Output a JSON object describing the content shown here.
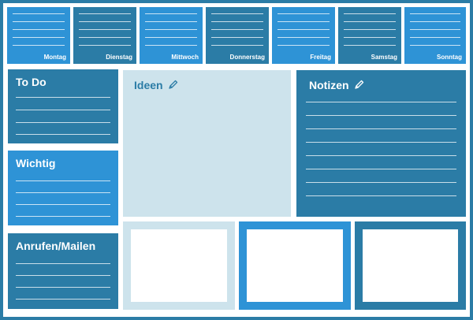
{
  "days": [
    "Montag",
    "Dienstag",
    "Mittwoch",
    "Donnerstag",
    "Freitag",
    "Samstag",
    "Sonntag"
  ],
  "sections": {
    "todo": "To Do",
    "ideen": "Ideen",
    "notizen": "Notizen",
    "wichtig": "Wichtig",
    "anrufen": "Anrufen/Mailen"
  },
  "colors": {
    "dark_blue": "#2b7ca6",
    "bright_blue": "#2e93d6",
    "pale_blue": "#cde3ec",
    "white": "#ffffff"
  },
  "icons": {
    "ideen": "pen-icon",
    "notizen": "pen-icon"
  }
}
